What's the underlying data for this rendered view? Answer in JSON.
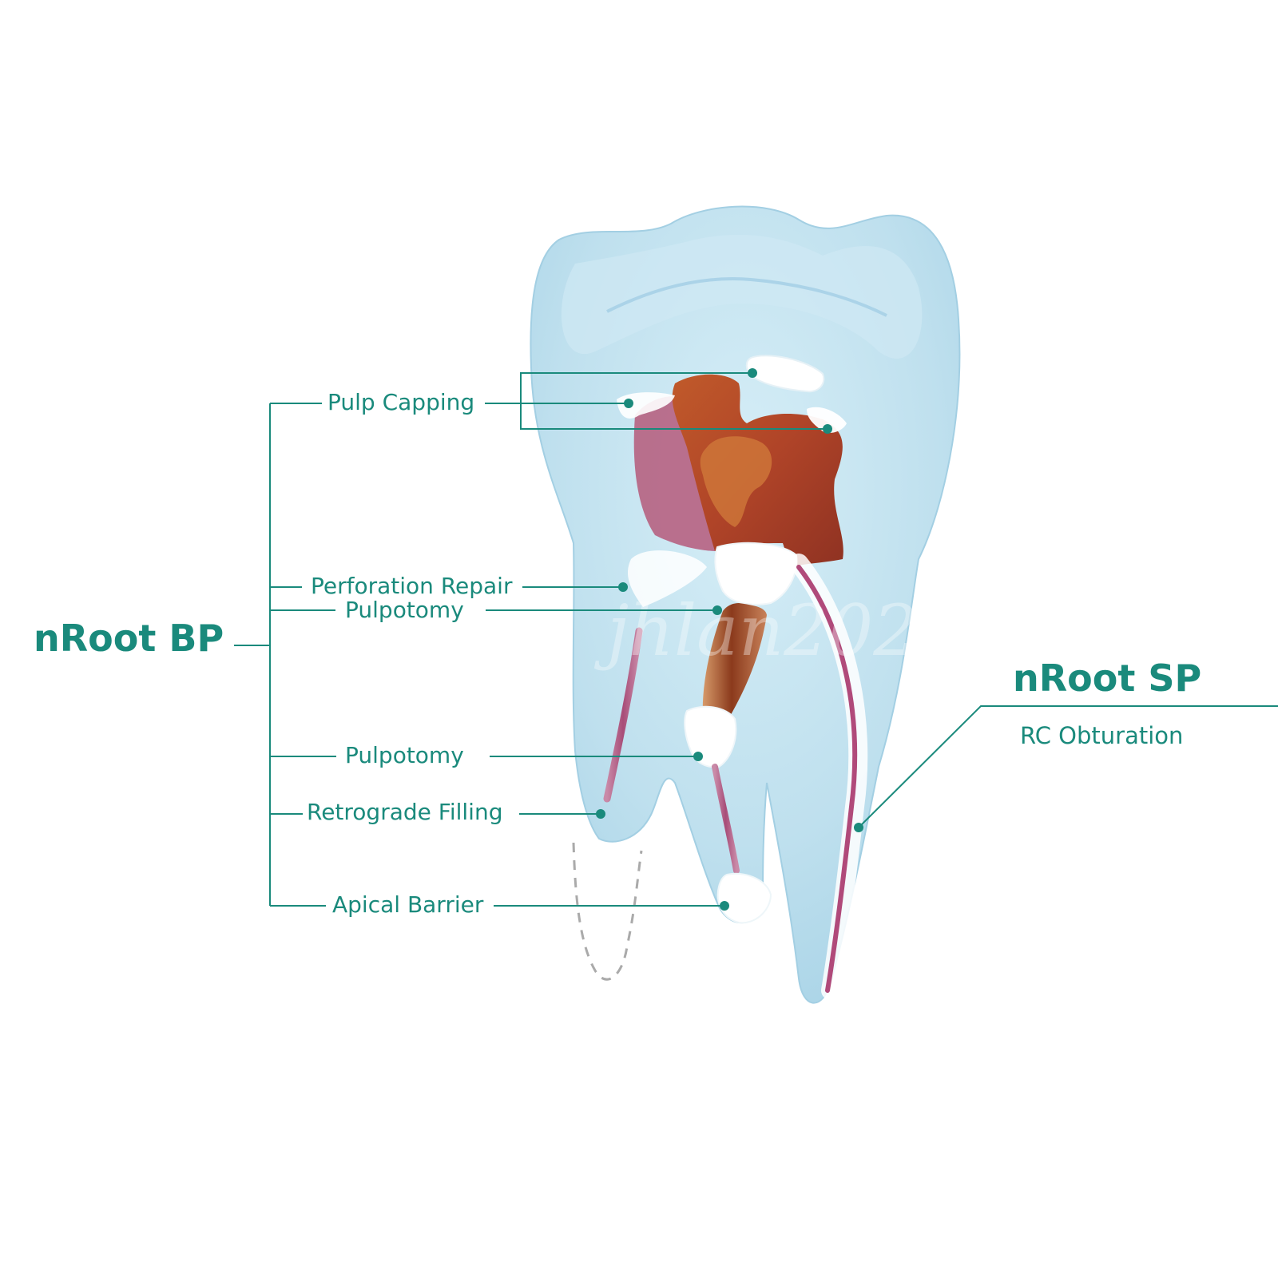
{
  "colors": {
    "accent": "#1a8a7c",
    "tooth_enamel": "#bfe0ee",
    "tooth_edge": "#9ccbe2",
    "pulp_red": "#b5482a",
    "pulp_pink": "#b5597a",
    "canal_pink": "#c07a9c",
    "material_white": "#ffffff"
  },
  "left_product": {
    "name": "nRoot BP",
    "applications": [
      "Pulp Capping",
      "Perforation Repair",
      "Pulpotomy",
      "Pulpotomy",
      "Retrograde Filling",
      "Apical Barrier"
    ]
  },
  "right_product": {
    "name": "nRoot SP",
    "applications": [
      "RC Obturation"
    ]
  },
  "watermark": "jhlan2020"
}
